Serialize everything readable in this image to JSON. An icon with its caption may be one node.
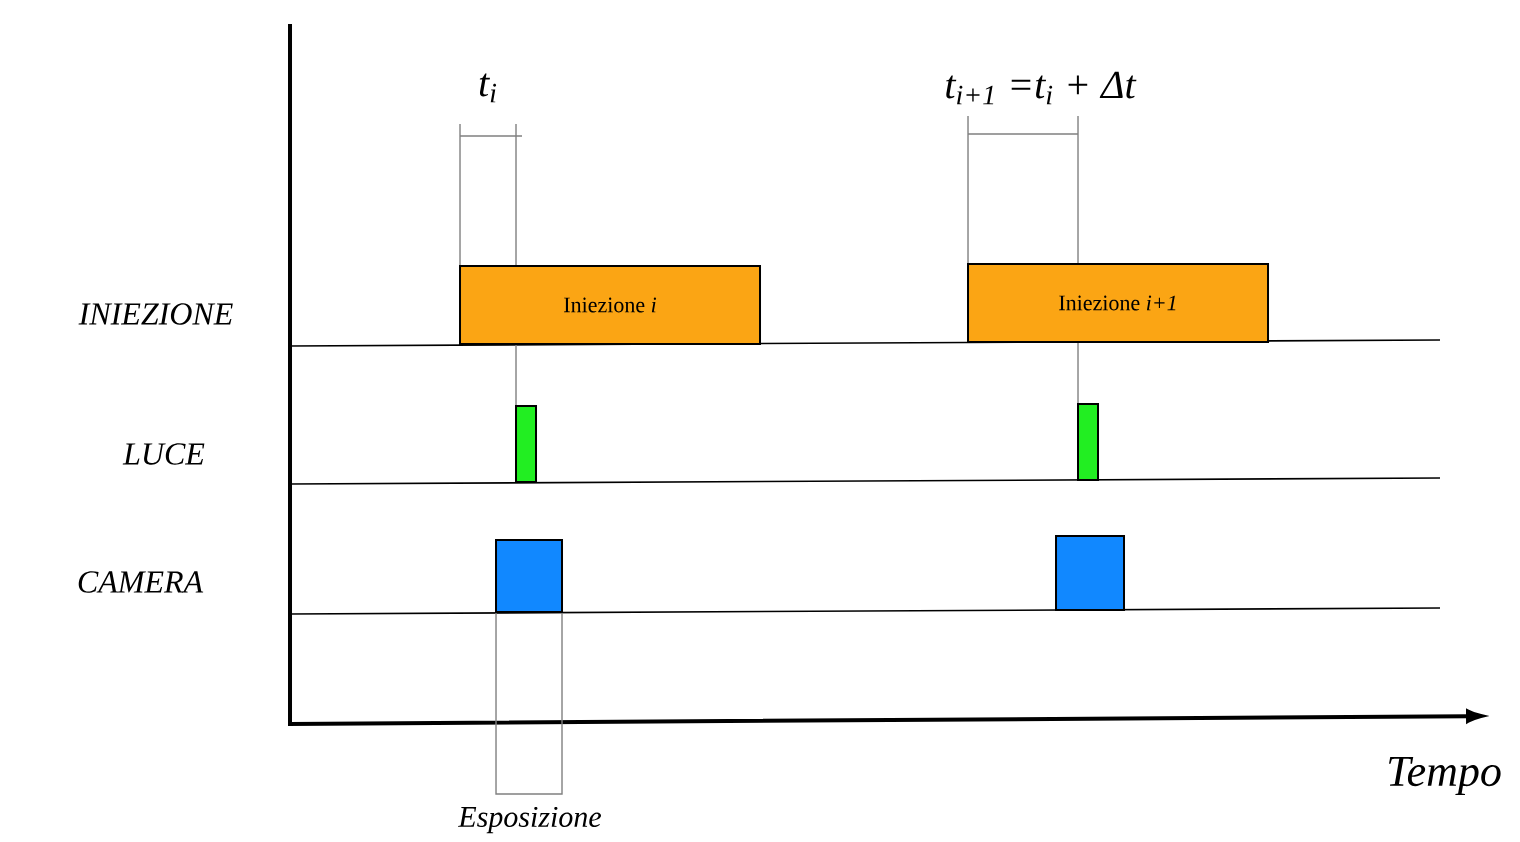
{
  "diagram": {
    "nodes": [
      {
        "text": [
          "Iniezione *i*"
        ]
      },
      {
        "text": [
          "Iniezione *i+1*"
        ]
      },
      {
        "text": [],
        "shape": "bar"
      },
      {
        "text": [],
        "shape": "bar"
      },
      {
        "text": [],
        "shape": "box"
      },
      {
        "text": [],
        "shape": "box"
      }
    ],
    "edges": [],
    "labels": [
      "t$_{i}$",
      "t$_{i+1}$ =t$_{i}$ + Δt",
      "INIEZIONE",
      "LUCE",
      "CAMERA",
      "Esposizione",
      "Tempo"
    ]
  }
}
